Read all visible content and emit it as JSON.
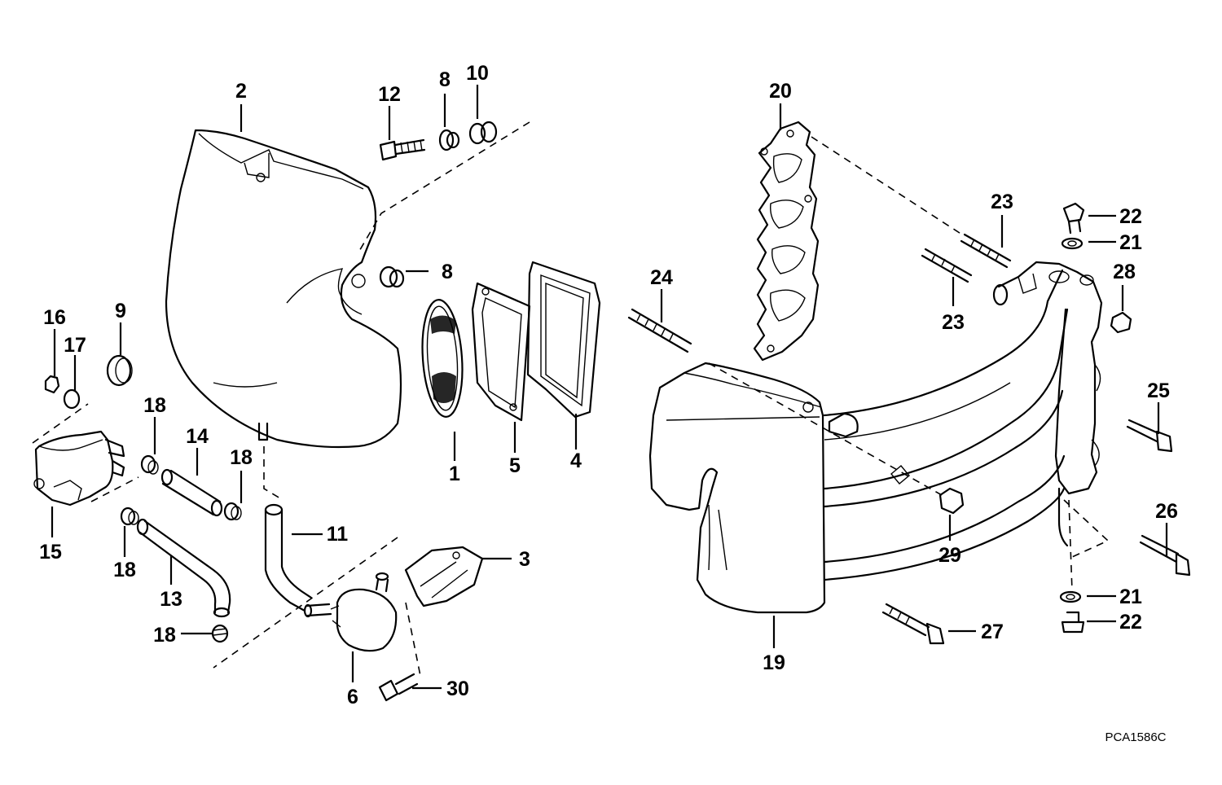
{
  "drawing_ref": "PCA1586C",
  "callouts": [
    {
      "label": "1"
    },
    {
      "label": "2"
    },
    {
      "label": "3"
    },
    {
      "label": "4"
    },
    {
      "label": "5"
    },
    {
      "label": "6"
    },
    {
      "label": "8"
    },
    {
      "label": "8"
    },
    {
      "label": "9"
    },
    {
      "label": "10"
    },
    {
      "label": "11"
    },
    {
      "label": "12"
    },
    {
      "label": "13"
    },
    {
      "label": "14"
    },
    {
      "label": "15"
    },
    {
      "label": "16"
    },
    {
      "label": "17"
    },
    {
      "label": "18"
    },
    {
      "label": "18"
    },
    {
      "label": "18"
    },
    {
      "label": "18"
    },
    {
      "label": "19"
    },
    {
      "label": "20"
    },
    {
      "label": "21"
    },
    {
      "label": "21"
    },
    {
      "label": "22"
    },
    {
      "label": "22"
    },
    {
      "label": "23"
    },
    {
      "label": "23"
    },
    {
      "label": "24"
    },
    {
      "label": "25"
    },
    {
      "label": "26"
    },
    {
      "label": "27"
    },
    {
      "label": "28"
    },
    {
      "label": "29"
    },
    {
      "label": "30"
    }
  ]
}
